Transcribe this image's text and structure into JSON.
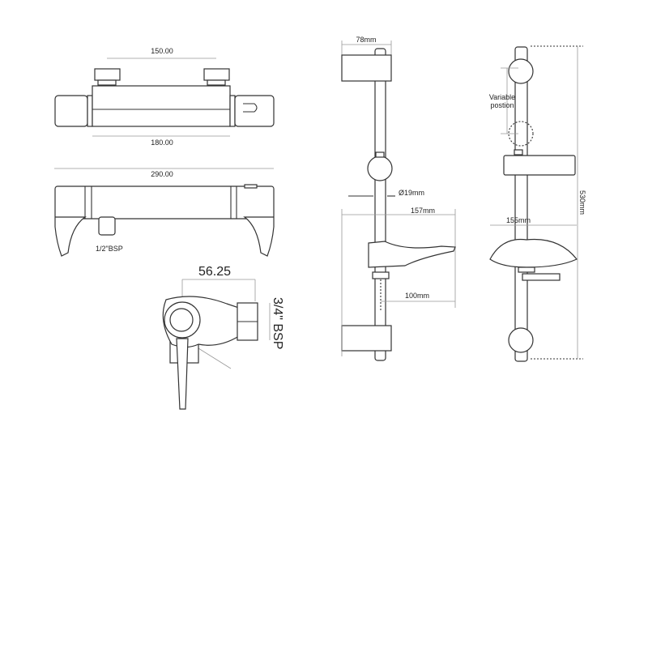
{
  "labels": {
    "top_knob_spacing": "150.00",
    "top_body_length": "180.00",
    "side_overall_length": "290.00",
    "inlet_size": "1/2\"BSP",
    "end_depth": "56.25",
    "outlet_size": "3/4\" BSP",
    "bracket_width": "78mm",
    "rail_diameter": "Ø19mm",
    "dish_width_side": "157mm",
    "dish_depth": "100mm",
    "variable_position_line1": "Variable",
    "variable_position_line2": "postion",
    "dish_width_front": "155mm",
    "rail_height": "530mm"
  }
}
